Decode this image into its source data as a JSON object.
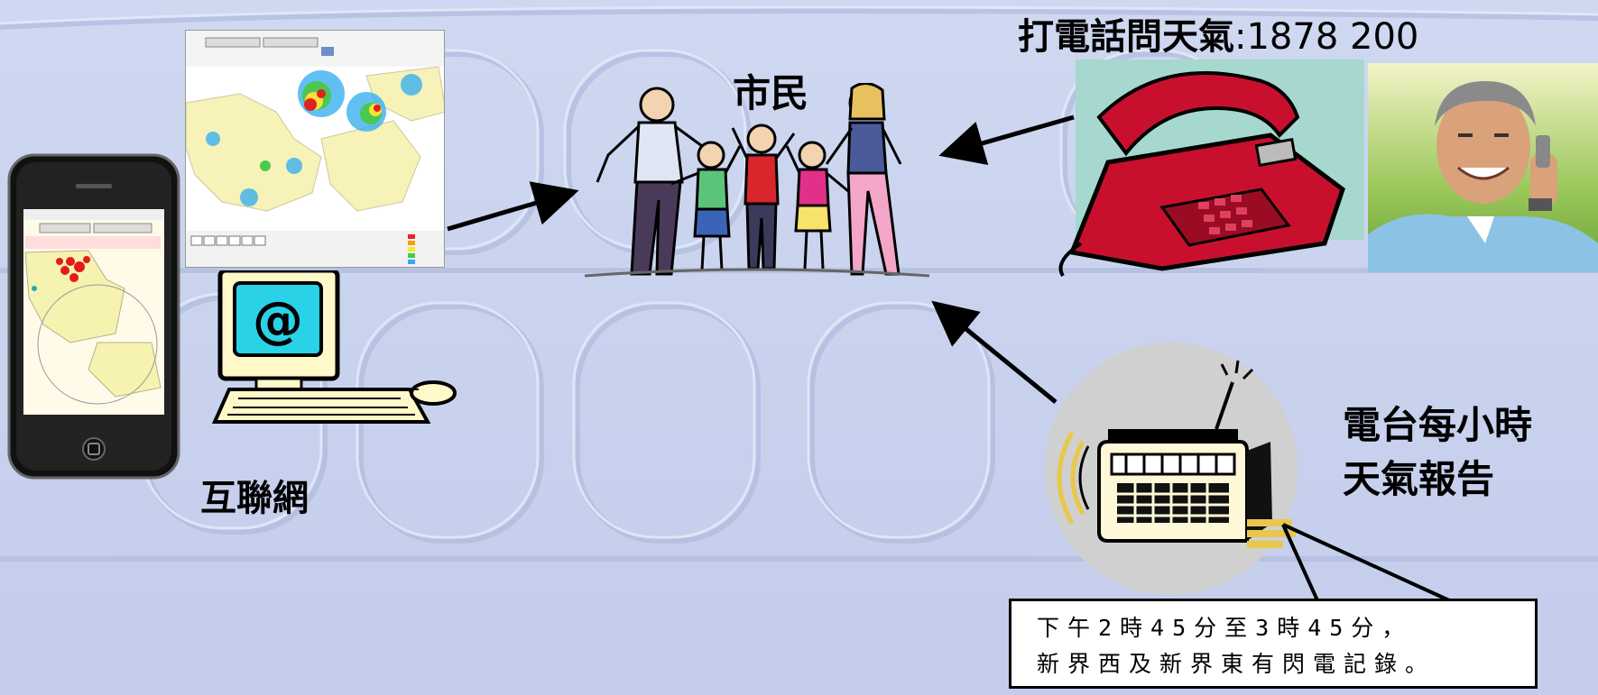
{
  "phone_line": {
    "prefix": "打電話問天氣",
    "number": ":1878 200"
  },
  "citizens_label": "市民",
  "internet_label": "互聯網",
  "radio_label_line1": "電台每小時",
  "radio_label_line2": "天氣報告",
  "radio_broadcast": {
    "line1": "下午2時45分至3時45分，",
    "line2": "新界西及新界東有閃電記錄。"
  },
  "colors": {
    "background": "#c9d3ee",
    "phone_red": "#c8102e",
    "radio_disc": "#d0d0d0"
  }
}
